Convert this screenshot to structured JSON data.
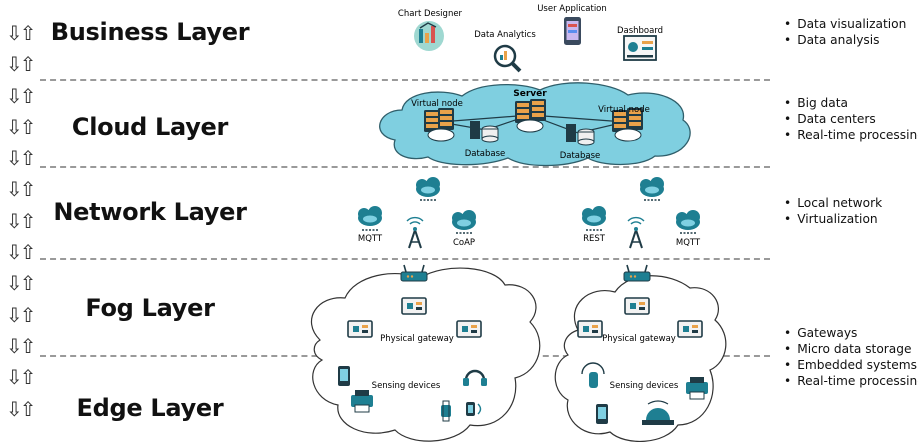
{
  "layers": [
    {
      "name": "Business Layer"
    },
    {
      "name": "Cloud Layer"
    },
    {
      "name": "Network Layer"
    },
    {
      "name": "Fog Layer"
    },
    {
      "name": "Edge Layer"
    }
  ],
  "bullets": {
    "business": [
      "Data visualization",
      "Data analysis"
    ],
    "cloud": [
      "Big data",
      "Data centers",
      "Real-time processing"
    ],
    "network": [
      "Local network",
      "Virtualization"
    ],
    "fog_edge": [
      "Gateways",
      "Micro data storage",
      "Embedded systems",
      "Real-time processing"
    ]
  },
  "business_icons": {
    "chart_designer": "Chart Designer",
    "data_analytics": "Data Analytics",
    "user_application": "User Application",
    "dashboard": "Dashboard"
  },
  "cloud": {
    "virtual_node_left": "Virtual node",
    "server": "Server",
    "virtual_node_right": "Virtual node",
    "database_left": "Database",
    "database_right": "Database"
  },
  "network": {
    "left": [
      "MQTT",
      "CoAP"
    ],
    "right": [
      "REST",
      "MQTT"
    ]
  },
  "fog": {
    "gateway_left": "Physical gateway",
    "gateway_right": "Physical gateway",
    "sensing_left": "Sensing devices",
    "sensing_right": "Sensing devices"
  },
  "colors": {
    "cloud_fill": "#7fcfe0",
    "icon_teal": "#1e7f92",
    "icon_dark": "#1f3b46",
    "separator": "#9a9a9a"
  }
}
